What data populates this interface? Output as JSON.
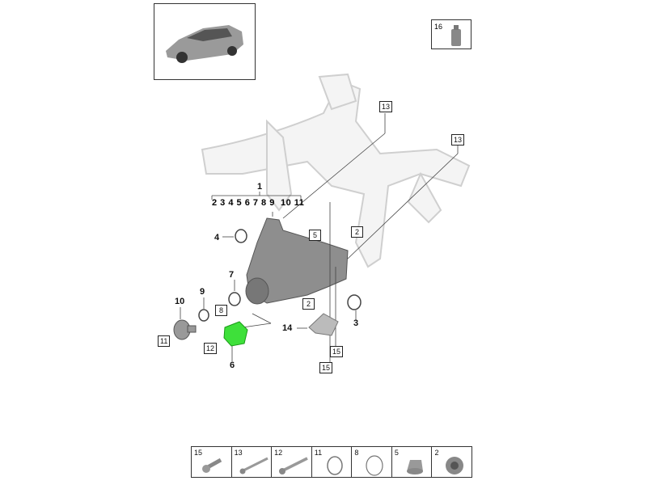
{
  "main_assembly_label": "1",
  "assembly_contents": "2 3 4 5 6 7 8 9",
  "assembly_contents_extra": "10 11",
  "fluid_item": "16",
  "callouts": {
    "c13a": "13",
    "c13b": "13",
    "c5": "5",
    "c2a": "2",
    "c4": "4",
    "c7": "7",
    "c2b": "2",
    "c9": "9",
    "c8": "8",
    "c10": "10",
    "c3": "3",
    "c14": "14",
    "c11": "11",
    "c12": "12",
    "c15a": "15",
    "c15b": "15",
    "c6": "6"
  },
  "highlight_color": "#3ee03a",
  "legend": [
    {
      "label": "15",
      "icon": "short-bolt-icon"
    },
    {
      "label": "13",
      "icon": "long-bolt-icon"
    },
    {
      "label": "12",
      "icon": "long-bolt-icon"
    },
    {
      "label": "11",
      "icon": "clamp-ring-icon"
    },
    {
      "label": "8",
      "icon": "o-ring-icon"
    },
    {
      "label": "5",
      "icon": "plug-icon"
    },
    {
      "label": "2",
      "icon": "screw-plug-icon"
    }
  ]
}
